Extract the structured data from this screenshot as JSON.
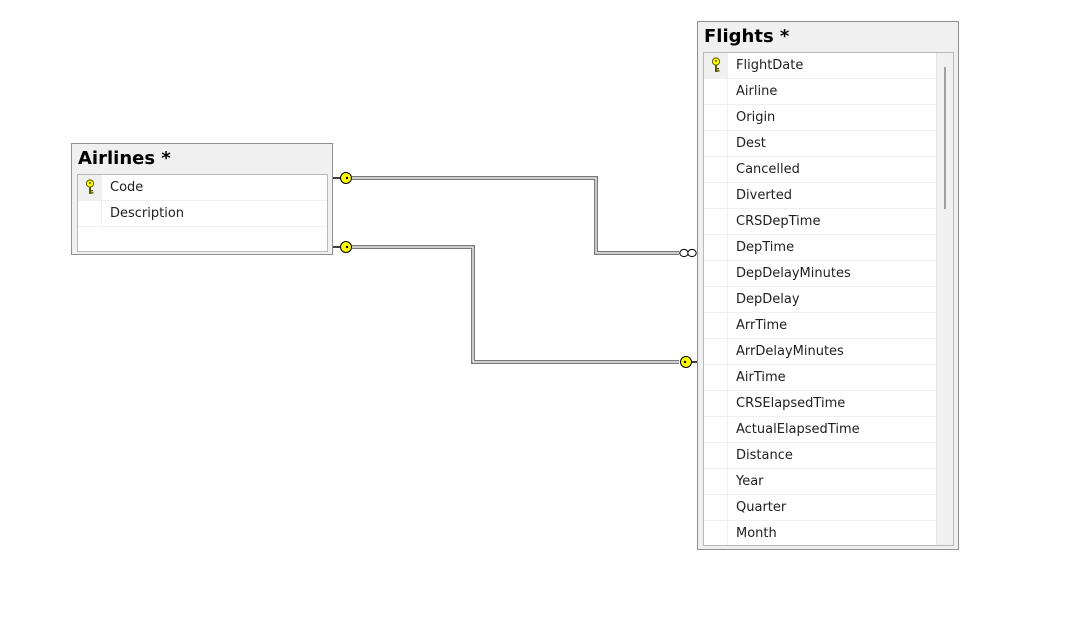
{
  "tables": {
    "airlines": {
      "title": "Airlines *",
      "columns": [
        {
          "name": "Code",
          "primary_key": true
        },
        {
          "name": "Description",
          "primary_key": false
        }
      ]
    },
    "flights": {
      "title": "Flights *",
      "columns": [
        {
          "name": "FlightDate",
          "primary_key": true
        },
        {
          "name": "Airline",
          "primary_key": false
        },
        {
          "name": "Origin",
          "primary_key": false
        },
        {
          "name": "Dest",
          "primary_key": false
        },
        {
          "name": "Cancelled",
          "primary_key": false
        },
        {
          "name": "Diverted",
          "primary_key": false
        },
        {
          "name": "CRSDepTime",
          "primary_key": false
        },
        {
          "name": "DepTime",
          "primary_key": false
        },
        {
          "name": "DepDelayMinutes",
          "primary_key": false
        },
        {
          "name": "DepDelay",
          "primary_key": false
        },
        {
          "name": "ArrTime",
          "primary_key": false
        },
        {
          "name": "ArrDelayMinutes",
          "primary_key": false
        },
        {
          "name": "AirTime",
          "primary_key": false
        },
        {
          "name": "CRSElapsedTime",
          "primary_key": false
        },
        {
          "name": "ActualElapsedTime",
          "primary_key": false
        },
        {
          "name": "Distance",
          "primary_key": false
        },
        {
          "name": "Year",
          "primary_key": false
        },
        {
          "name": "Quarter",
          "primary_key": false
        },
        {
          "name": "Month",
          "primary_key": false
        }
      ]
    }
  },
  "relationships": [
    {
      "from": "Airlines",
      "to": "Flights",
      "from_end": "one",
      "to_end": "many"
    },
    {
      "from": "Airlines",
      "to": "Flights",
      "from_end": "one",
      "to_end": "one"
    }
  ],
  "colors": {
    "key_yellow": "#ffff00",
    "line": "#7a7a7a",
    "border": "#8f8f8f"
  }
}
